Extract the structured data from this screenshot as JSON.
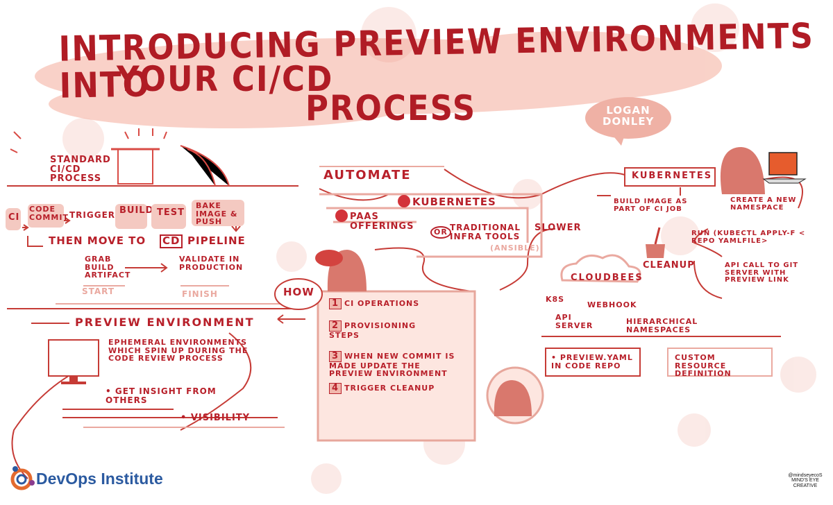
{
  "title_line1": "INTRODUCING PREVIEW ENVIRONMENTS INTO",
  "title_line2": "YOUR CI/CD",
  "title_line3": "PROCESS",
  "speaker": "LOGAN DONLEY",
  "standard": {
    "heading": "STANDARD CI/CD PROCESS",
    "steps": [
      "CI",
      "CODE COMMIT",
      "TRIGGER",
      "BUILD",
      "TEST",
      "BAKE IMAGE & PUSH"
    ],
    "then": "THEN MOVE TO",
    "cd": "CD",
    "pipeline": "PIPELINE",
    "grab": "GRAB BUILD ARTIFACT",
    "validate": "VALIDATE IN PRODUCTION",
    "start": "START",
    "finish": "FINISH"
  },
  "preview": {
    "heading": "PREVIEW ENVIRONMENT",
    "desc": "EPHEMERAL ENVIRONMENTS WHICH SPIN UP DURING THE CODE REVIEW PROCESS",
    "insight": "• GET INSIGHT FROM OTHERS",
    "visibility": "• VISIBILITY"
  },
  "automate": {
    "heading": "AUTOMATE",
    "kubernetes": "KUBERNETES",
    "paas": "PAAS OFFERINGS",
    "or": "OR",
    "traditional": "TRADITIONAL INFRA TOOLS",
    "ansible": "(ANSIBLE)",
    "slower": "SLOWER"
  },
  "how": {
    "label": "HOW",
    "items": [
      {
        "n": "1",
        "text": "CI OPERATIONS"
      },
      {
        "n": "2",
        "text": "PROVISIONING STEPS"
      },
      {
        "n": "3",
        "text": "WHEN NEW COMMIT IS MADE UPDATE THE PREVIEW ENVIRONMENT"
      },
      {
        "n": "4",
        "text": "TRIGGER CLEANUP"
      }
    ]
  },
  "kubernetes": {
    "heading": "KUBERNETES",
    "build": "BUILD IMAGE AS PART OF CI JOB",
    "create": "CREATE A NEW NAMESPACE",
    "run": "RUN (KUBECTL APPLY-F < REPO YAMLFILE>",
    "api": "API CALL TO GIT SERVER WITH PREVIEW LINK",
    "cleanup": "CLEANUP"
  },
  "cloudbees": {
    "heading": "CLOUDBEES",
    "k8s": "K8S",
    "webhook": "WEBHOOK",
    "api_server": "API SERVER",
    "hier": "HIERARCHICAL NAMESPACES",
    "preview_yaml": "• PREVIEW.YAML IN CODE REPO",
    "crd": "CUSTOM RESOURCE DEFINITION"
  },
  "footer": {
    "brand": "DevOps Institute",
    "signature": "@mindseyecoS MIND'S EYE CREATIVE"
  },
  "colors": {
    "accent": "#b8202a",
    "wash": "#f19a85",
    "blue": "#2b5aa0"
  }
}
